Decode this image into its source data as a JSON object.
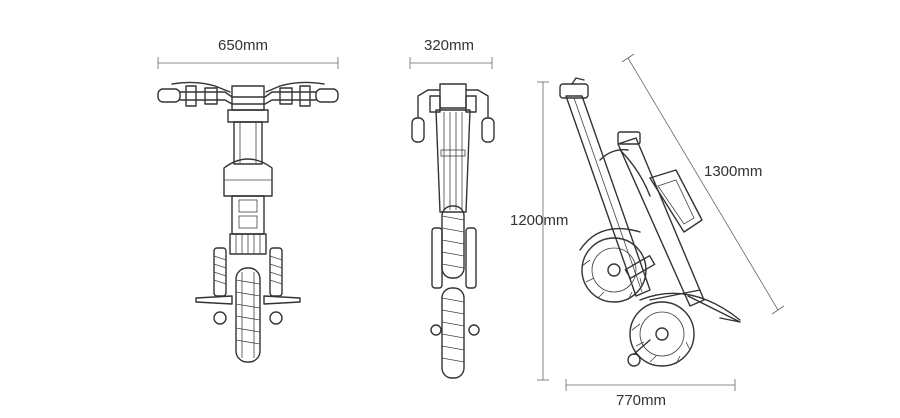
{
  "dimensions": {
    "front_width": "650mm",
    "side_width": "320mm",
    "folded_height": "1200mm",
    "folded_diagonal": "1300mm",
    "folded_length": "770mm"
  },
  "colors": {
    "line": "#333333",
    "background": "#ffffff"
  }
}
